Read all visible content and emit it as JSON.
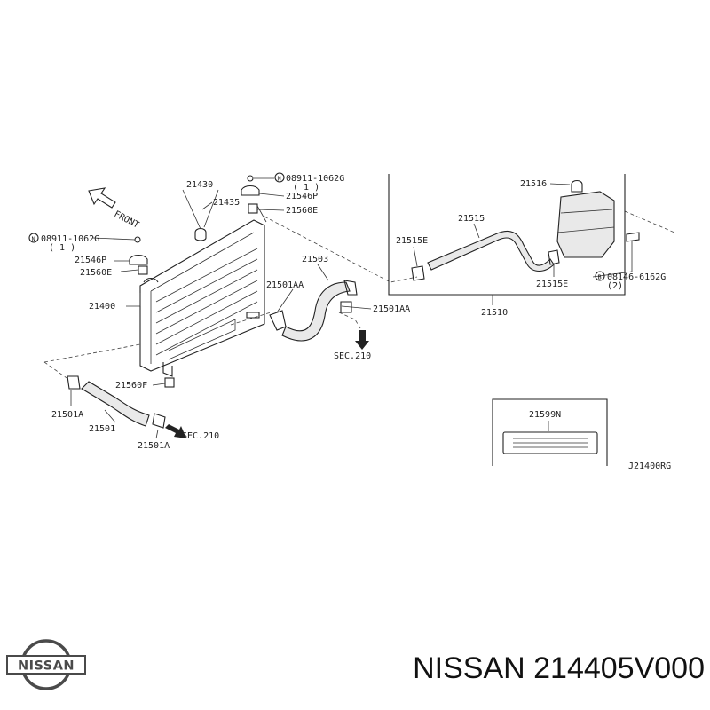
{
  "diagram": {
    "callouts": {
      "p21430": "21430",
      "p21435": "21435",
      "bolt_top": "08911-1062G",
      "bolt_top_qty": "( 1 )",
      "p21546p_top": "21546P",
      "p21560e_top": "21560E",
      "bolt_left": "08911-1062G",
      "bolt_left_qty": "( 1 )",
      "p21546p_left": "21546P",
      "p21560e_left": "21560E",
      "p21400": "21400",
      "p21503": "21503",
      "p21501aa_left": "21501AA",
      "p21501aa_right": "21501AA",
      "sec210_right": "SEC.210",
      "p21560f": "21560F",
      "p21501a_left": "21501A",
      "p21501": "21501",
      "p21501a_bottom": "21501A",
      "sec210_bottom": "SEC.210",
      "p21516": "21516",
      "p21515": "21515",
      "p21515e_left": "21515E",
      "p21515e_right": "21515E",
      "bolt_right": "08146-6162G",
      "bolt_right_qty": "(2)",
      "p21510": "21510",
      "p21599n": "21599N",
      "drawing_code": "J21400RG"
    },
    "front_label": "FRONT",
    "bolt_prefix_n": "N",
    "bolt_prefix_b": "B"
  },
  "brand": {
    "logo_text": "NISSAN",
    "logo_color": "#4a4a4a"
  },
  "caption": {
    "text": "NISSAN 214405V000"
  }
}
